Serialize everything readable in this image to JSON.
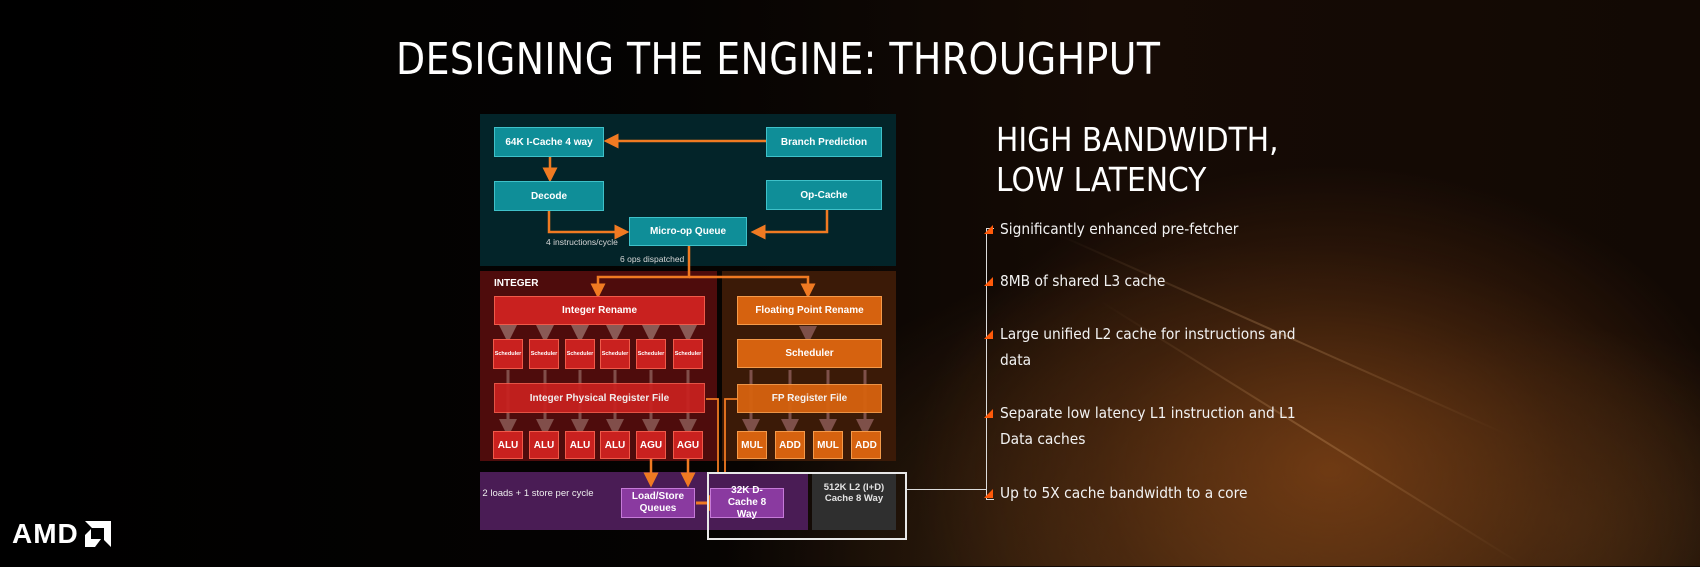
{
  "slide": {
    "title": "DESIGNING THE ENGINE: THROUGHPUT",
    "logo_text": "AMD",
    "logo_icon": "amd-arrow-logo",
    "accent_color": "#ff5a0a"
  },
  "diagram": {
    "frontend": {
      "icache": "64K I-Cache 4 way",
      "branch_prediction": "Branch Prediction",
      "decode": "Decode",
      "op_cache": "Op-Cache",
      "micro_op_queue": "Micro-op Queue",
      "decode_rate": "4 instructions/cycle",
      "dispatch_rate": "6 ops dispatched"
    },
    "integer": {
      "label": "INTEGER",
      "rename": "Integer Rename",
      "schedulers": [
        "Scheduler",
        "Scheduler",
        "Scheduler",
        "Scheduler",
        "Scheduler",
        "Scheduler"
      ],
      "register_file": "Integer Physical Register File",
      "units": [
        "ALU",
        "ALU",
        "ALU",
        "ALU",
        "AGU",
        "AGU"
      ]
    },
    "fp": {
      "rename": "Floating Point Rename",
      "scheduler": "Scheduler",
      "register_file": "FP Register File",
      "units": [
        "MUL",
        "ADD",
        "MUL",
        "ADD"
      ]
    },
    "load_store": {
      "rate": "2 loads + 1 store per cycle",
      "queues": "Load/Store Queues",
      "dcache": "32K D-Cache 8 Way",
      "l2": "512K L2 (I+D) Cache 8 Way"
    },
    "colors": {
      "frontend_bg": "#032429",
      "teal": "#0f8e98",
      "integer_bg": "#4e0c0c",
      "red": "#c9211f",
      "fp_bg": "#3b1a07",
      "orange": "#d6620f",
      "purple_bg": "#4a1c55",
      "purple": "#8a3aa0",
      "l2_bg": "#2f2f2f",
      "arrow": "#f07a22"
    }
  },
  "highlights": {
    "heading_line1": "HIGH BANDWIDTH,",
    "heading_line2": "LOW LATENCY",
    "bullets": [
      "Significantly enhanced pre-fetcher",
      "8MB of shared L3 cache",
      "Large unified L2 cache for instructions and data",
      "Separate low latency  L1 instruction and L1 Data caches",
      "Up to 5X cache bandwidth to a core"
    ]
  }
}
